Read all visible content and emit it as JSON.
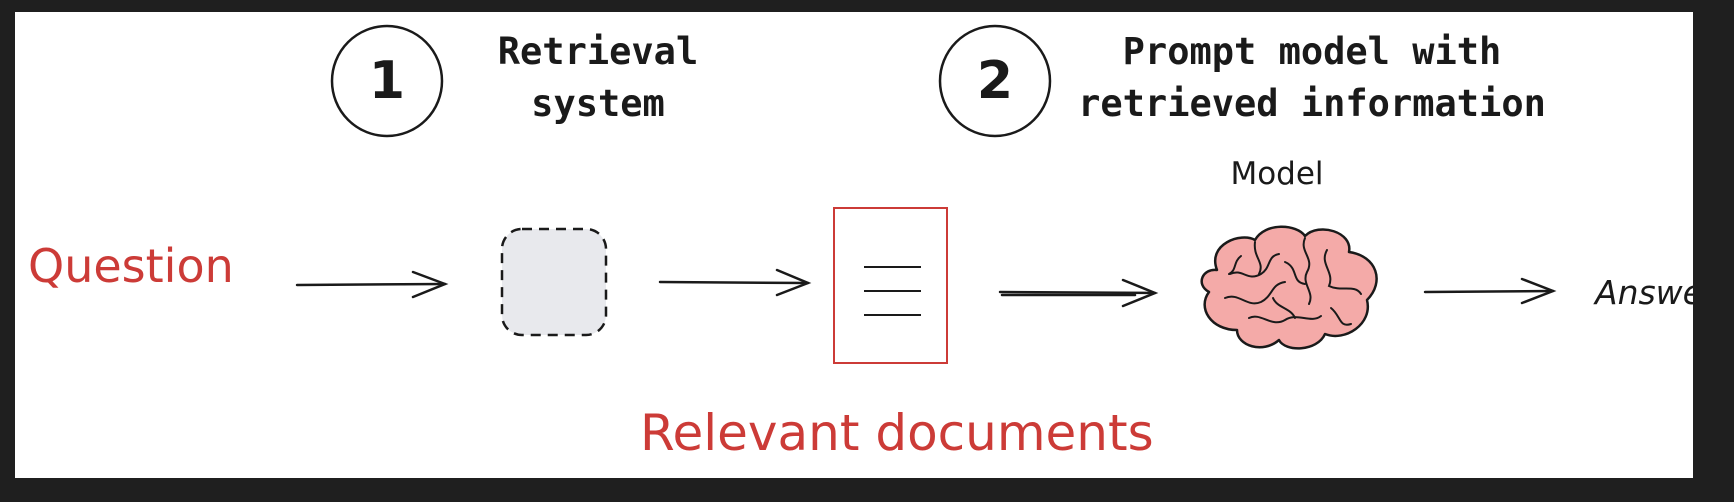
{
  "steps": [
    {
      "number": "1",
      "title_line1": "Retrieval",
      "title_line2": "system"
    },
    {
      "number": "2",
      "title_line1": "Prompt model with",
      "title_line2": "retrieved information"
    }
  ],
  "labels": {
    "question": "Question",
    "relevant_documents": "Relevant documents",
    "model": "Model",
    "answer": "Answer"
  },
  "colors": {
    "accent_red": "#cc3b37",
    "ink": "#1a1a1a",
    "brain_fill": "#f4aaa8",
    "box_fill": "#e8e9ed"
  }
}
